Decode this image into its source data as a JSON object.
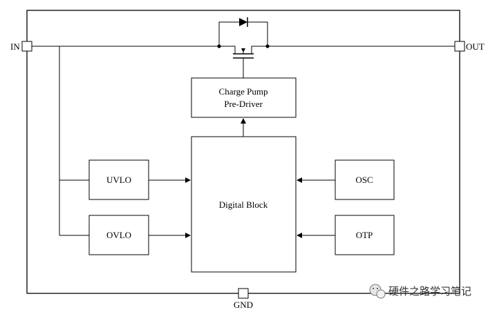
{
  "pins": {
    "in": "IN",
    "out": "OUT",
    "gnd": "GND"
  },
  "blocks": {
    "charge_pump_line1": "Charge Pump",
    "charge_pump_line2": "Pre-Driver",
    "digital": "Digital Block",
    "uvlo": "UVLO",
    "ovlo": "OVLO",
    "osc": "OSC",
    "otp": "OTP"
  },
  "watermark": {
    "text": "硬件之路学习笔记",
    "icon": "wechat-icon"
  }
}
